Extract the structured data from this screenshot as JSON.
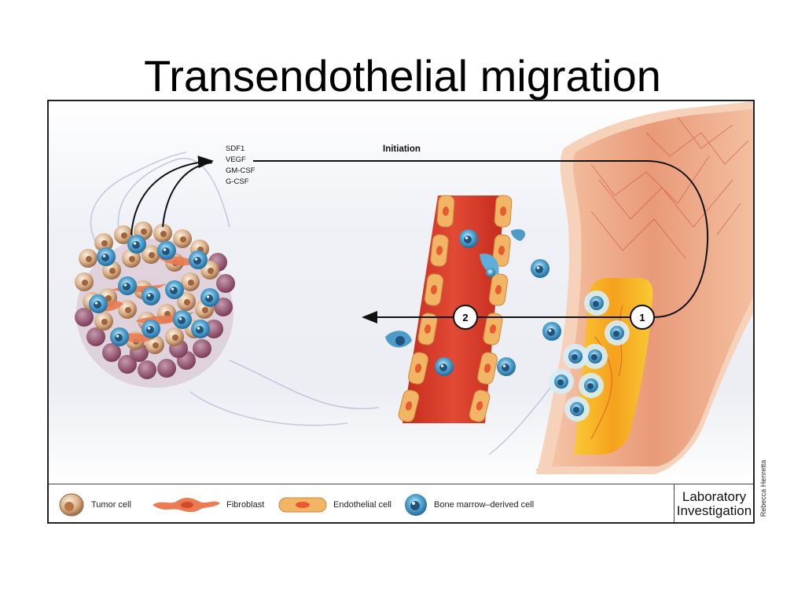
{
  "slide": {
    "title": "Transendothelial migration"
  },
  "figure": {
    "factors": [
      "SDF1",
      "VEGF",
      "GM-CSF",
      "G-CSF"
    ],
    "stage_label": "Initiation",
    "steps": [
      "1",
      "2"
    ]
  },
  "legend": {
    "items": [
      {
        "label": "Tumor cell",
        "icon": "tumor-cell-icon"
      },
      {
        "label": "Fibroblast",
        "icon": "fibroblast-icon"
      },
      {
        "label": "Endothelial cell",
        "icon": "endothelial-cell-icon"
      },
      {
        "label": "Bone marrow–derived cell",
        "icon": "bone-marrow-cell-icon"
      }
    ]
  },
  "logo": {
    "line1": "Laboratory",
    "line2": "Investigation"
  },
  "credit": "Rebecca Henretta",
  "colors": {
    "vessel": "#d73a2a",
    "endothelial": "#f2b566",
    "bone": "#e8926c",
    "marrow": "#f8bd1c",
    "bmdc": "#2f86b8",
    "tumor": "#c89a6c"
  }
}
